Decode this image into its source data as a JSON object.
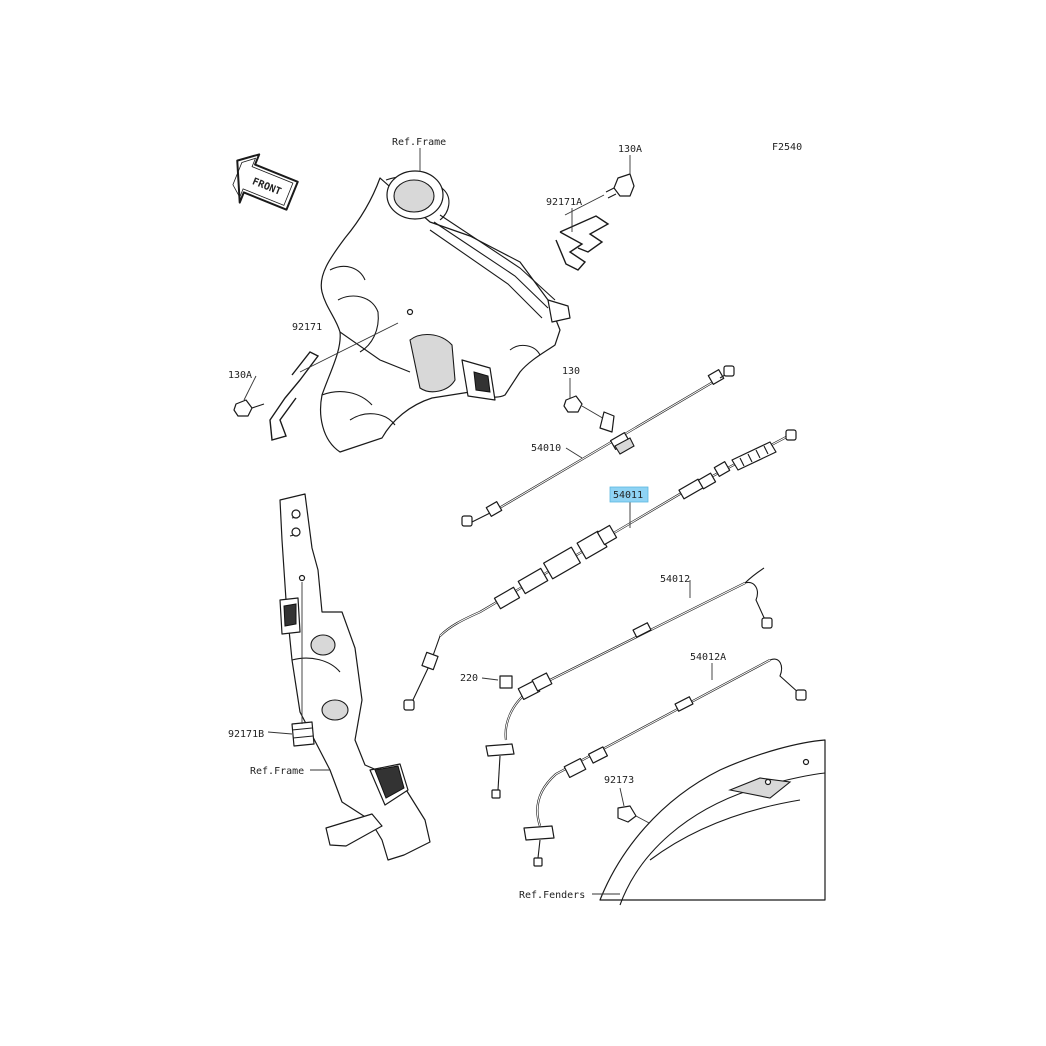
{
  "diagram_code": "F2540",
  "front_badge": "FRONT",
  "colors": {
    "highlight": "#8fd3f4",
    "line": "#1a1a1a"
  },
  "labels": {
    "ref_frame_top": "Ref.Frame",
    "ref_frame_bottom": "Ref.Frame",
    "ref_fenders": "Ref.Fenders",
    "p130A_top": "130A",
    "p130A_left": "130A",
    "p130": "130",
    "p92171A": "92171A",
    "p92171": "92171",
    "p92171B": "92171B",
    "p54010": "54010",
    "p54011": "54011",
    "p54012": "54012",
    "p54012A": "54012A",
    "p220": "220",
    "p92173": "92173"
  },
  "highlighted_part": "54011"
}
